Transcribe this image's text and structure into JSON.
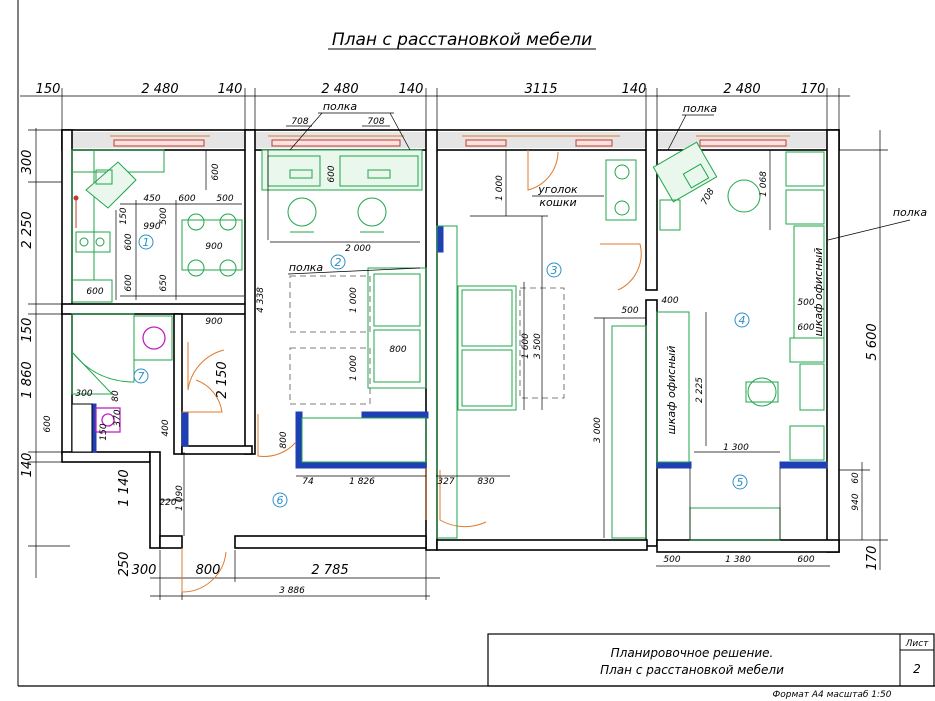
{
  "title": "План с расстановкой мебели",
  "top_dims": [
    "150",
    "2 480",
    "140",
    "2 480",
    "140",
    "3115",
    "140",
    "2 480",
    "170"
  ],
  "left_dims": [
    "300",
    "2 250",
    "150",
    "1 860",
    "140",
    "1 140",
    "250"
  ],
  "bottom_dims": [
    "300",
    "800",
    "2 785",
    "3 886"
  ],
  "right_dims": [
    "5 600",
    "940",
    "60",
    "170"
  ],
  "labels": {
    "shelf_top": "полка",
    "shelf_room2": "полка",
    "shelf_room4_top": "полка",
    "shelf_right": "полка",
    "cat_corner_1": "уголок",
    "cat_corner_2": "кошки",
    "wardrobe_vertical": "шкаф офисный",
    "wardrobe_right": "шкаф офисный"
  },
  "rooms": [
    "1",
    "2",
    "3",
    "4",
    "5",
    "6",
    "7"
  ],
  "inner_dims": {
    "k_600a": "600",
    "k_450": "450",
    "k_600b": "600",
    "k_500a": "500",
    "k_500b": "500",
    "k_150": "150",
    "k_990": "990",
    "k_600c": "600",
    "k_900": "900",
    "k_650": "650",
    "k_600d": "600",
    "k_600e": "600",
    "k_900b": "900",
    "r2_708a": "708",
    "r2_708b": "708",
    "r2_600": "600",
    "r2_2000": "2 000",
    "r2_4338": "4 338",
    "r2_1000a": "1 000",
    "r2_1000b": "1 000",
    "r2_800": "800",
    "r2_800b": "800",
    "r2_74": "74",
    "r2_1826": "1 826",
    "r3_1000": "1 000",
    "r3_1600": "1 600",
    "r3_3500": "3 500",
    "r3_500": "500",
    "r3_3000": "3 000",
    "r3_327": "327",
    "r3_830": "830",
    "r4_708": "708",
    "r4_1068": "1 068",
    "r4_400": "400",
    "r4_500": "500",
    "r4_600": "600",
    "r4_2225": "2 225",
    "r4_1300": "1 300",
    "r5_500": "500",
    "r5_1380": "1 380",
    "r5_600": "600",
    "b_300": "300",
    "b_600": "600",
    "b_80": "80",
    "b_150": "150",
    "b_370": "370",
    "b_400": "400",
    "b_2150": "2 150",
    "h_220": "220",
    "h_1090": "1 090"
  },
  "stamp": {
    "line1": "Планировочное решение.",
    "line2": "План с расстановкой мебели",
    "sheet_label": "Лист",
    "sheet_no": "2",
    "format": "Формат А4 масштаб 1:50"
  },
  "colors": {
    "furniture": "#1fa64a",
    "doors": "#e07a2c",
    "windows": "#c0392b",
    "room_numbers": "#2d8fc9",
    "partitions": "#1f3fb5",
    "plumbing": "#c21fc2"
  }
}
